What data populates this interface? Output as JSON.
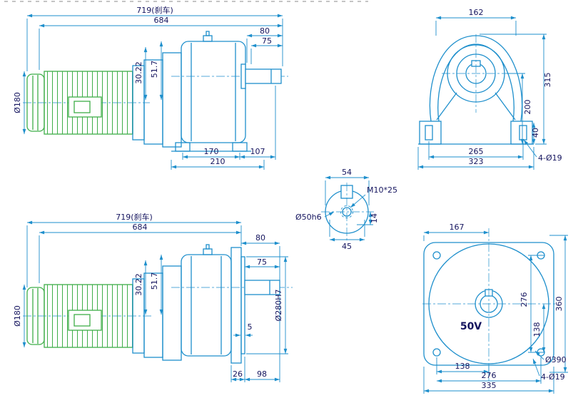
{
  "colors": {
    "line_blue": "#1e8fcc",
    "motor_green": "#3fae49",
    "dim_text": "#14145e"
  },
  "drawing": {
    "top_side": {
      "d719": "719(刹车)",
      "d684": "684",
      "d80": "80",
      "d75": "75",
      "d3022": "30.22",
      "d517": "51.7",
      "dia180": "Ø180",
      "d170": "170",
      "d107": "107",
      "d210": "210"
    },
    "top_front": {
      "d162": "162",
      "d315": "315",
      "d200": "200",
      "d40": "40",
      "d265": "265",
      "d323": "323",
      "holes": "4-Ø19"
    },
    "shaft_section": {
      "d54": "54",
      "thread": "M10*25",
      "dia": "Ø50h6",
      "d14": "14",
      "d45": "45"
    },
    "bottom_side": {
      "d719": "719(刹车)",
      "d684": "684",
      "d80": "80",
      "d75": "75",
      "d3022": "30.22",
      "d517": "51.7",
      "dia180": "Ø180",
      "dia280": "Ø280H7",
      "d5": "5",
      "d26": "26",
      "d98": "98"
    },
    "bottom_front": {
      "d167": "167",
      "d276_right": "276",
      "d360": "360",
      "d138_right": "138",
      "brand": "50V",
      "dia390": "Ø390",
      "holes": "4-Ø19",
      "d138_bottom": "138",
      "d276_bottom": "276",
      "d335": "335"
    }
  }
}
